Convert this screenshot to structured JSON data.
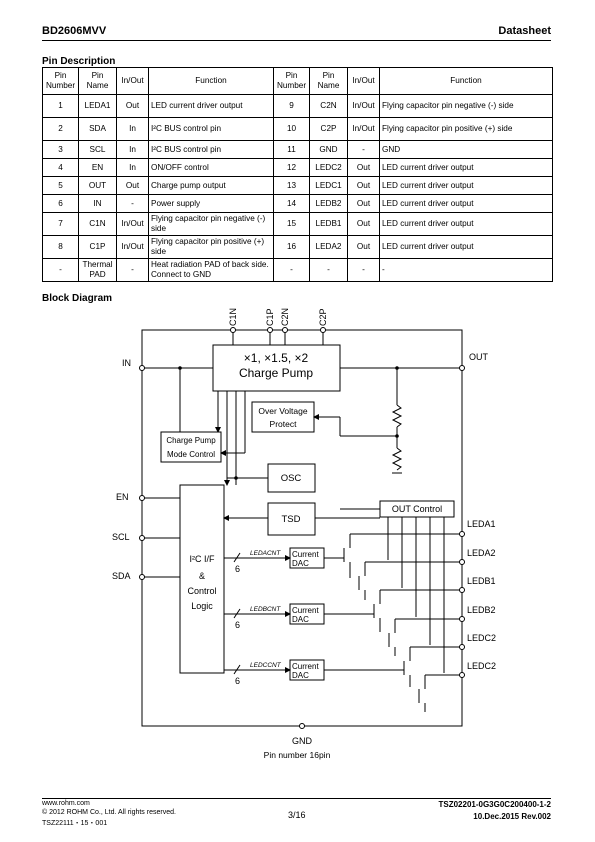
{
  "header": {
    "part": "BD2606MVV",
    "doc_type": "Datasheet"
  },
  "pin_section_title": "Pin Description",
  "pin_table": {
    "headers": [
      "Pin Number",
      "Pin Name",
      "In/Out",
      "Function",
      "Pin Number",
      "Pin Name",
      "In/Out",
      "Function"
    ],
    "rows": [
      [
        "1",
        "LEDA1",
        "Out",
        "LED current driver output",
        "9",
        "C2N",
        "In/Out",
        "Flying capacitor pin negative (-) side"
      ],
      [
        "2",
        "SDA",
        "In",
        "I²C BUS control pin",
        "10",
        "C2P",
        "In/Out",
        "Flying capacitor pin positive (+) side"
      ],
      [
        "3",
        "SCL",
        "In",
        "I²C BUS control pin",
        "11",
        "GND",
        "-",
        "GND"
      ],
      [
        "4",
        "EN",
        "In",
        "ON/OFF control",
        "12",
        "LEDC2",
        "Out",
        "LED current driver output"
      ],
      [
        "5",
        "OUT",
        "Out",
        "Charge pump output",
        "13",
        "LEDC1",
        "Out",
        "LED current driver output"
      ],
      [
        "6",
        "IN",
        "-",
        "Power supply",
        "14",
        "LEDB2",
        "Out",
        "LED current driver output"
      ],
      [
        "7",
        "C1N",
        "In/Out",
        "Flying capacitor pin negative (-) side",
        "15",
        "LEDB1",
        "Out",
        "LED current driver output"
      ],
      [
        "8",
        "C1P",
        "In/Out",
        "Flying capacitor pin positive (+) side",
        "16",
        "LEDA2",
        "Out",
        "LED current driver output"
      ],
      [
        "-",
        "Thermal PAD",
        "-",
        "Heat radiation PAD of back side. Connect to GND",
        "-",
        "-",
        "-",
        "-"
      ]
    ]
  },
  "block_section_title": "Block Diagram",
  "diagram": {
    "cap_pins": [
      "C1N",
      "C1P",
      "C2N",
      "C2P"
    ],
    "charge_pump_ratio": "×1, ×1.5, ×2",
    "charge_pump_label": "Charge Pump",
    "ovp_line1": "Over Voltage",
    "ovp_line2": "Protect",
    "cpmode_line1": "Charge Pump",
    "cpmode_line2": "Mode Control",
    "osc": "OSC",
    "tsd": "TSD",
    "out_control": "OUT Control",
    "ctrl_line1": "I²C I/F",
    "ctrl_line2": "&",
    "ctrl_line3": "Control",
    "ctrl_line4": "Logic",
    "left_pins": [
      "IN",
      "EN",
      "SCL",
      "SDA"
    ],
    "right_pins": [
      "OUT",
      "LEDA1",
      "LEDA2",
      "LEDB1",
      "LEDB2",
      "LEDC2",
      "LEDC2"
    ],
    "dacs": [
      {
        "bus": "LEDACNT",
        "bits": "6",
        "label1": "Current",
        "label2": "DAC"
      },
      {
        "bus": "LEDBCNT",
        "bits": "6",
        "label1": "Current",
        "label2": "DAC"
      },
      {
        "bus": "LEDCCNT",
        "bits": "6",
        "label1": "Current",
        "label2": "DAC"
      }
    ],
    "gnd": "GND",
    "caption": "Pin number 16pin"
  },
  "footer": {
    "url": "www.rohm.com",
    "copyright": "© 2012 ROHM Co., Ltd. All rights reserved.",
    "code": "TSZ22111・15・001",
    "page": "3/16",
    "doc_no": "TSZ02201-0G3G0C200400-1-2",
    "date_rev": "10.Dec.2015 Rev.002"
  }
}
